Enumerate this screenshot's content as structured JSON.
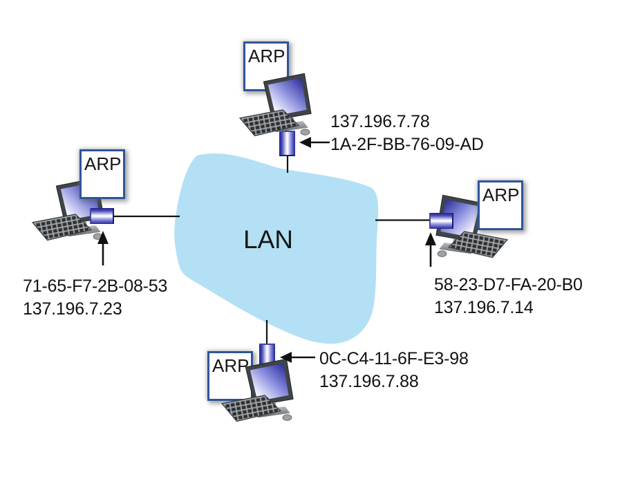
{
  "lan": {
    "label": "LAN"
  },
  "arp": {
    "label": "ARP"
  },
  "nodes": {
    "top": {
      "line1": "137.196.7.78",
      "line2": "1A-2F-BB-76-09-AD",
      "ip": "137.196.7.78",
      "mac": "1A-2F-BB-76-09-AD"
    },
    "left": {
      "line1": "71-65-F7-2B-08-53",
      "line2": "137.196.7.23",
      "ip": "137.196.7.23",
      "mac": "71-65-F7-2B-08-53"
    },
    "right": {
      "line1": "58-23-D7-FA-20-B0",
      "line2": "137.196.7.14",
      "ip": "137.196.7.14",
      "mac": "58-23-D7-FA-20-B0"
    },
    "bottom": {
      "line1": "0C-C4-11-6F-E3-98",
      "line2": "137.196.7.88",
      "ip": "137.196.7.88",
      "mac": "0C-C4-11-6F-E3-98"
    }
  },
  "colors": {
    "lan_fill": "#B3E0F4",
    "arp_border": "#2F5597",
    "nic_navy": "#23258F",
    "line": "#111111"
  }
}
